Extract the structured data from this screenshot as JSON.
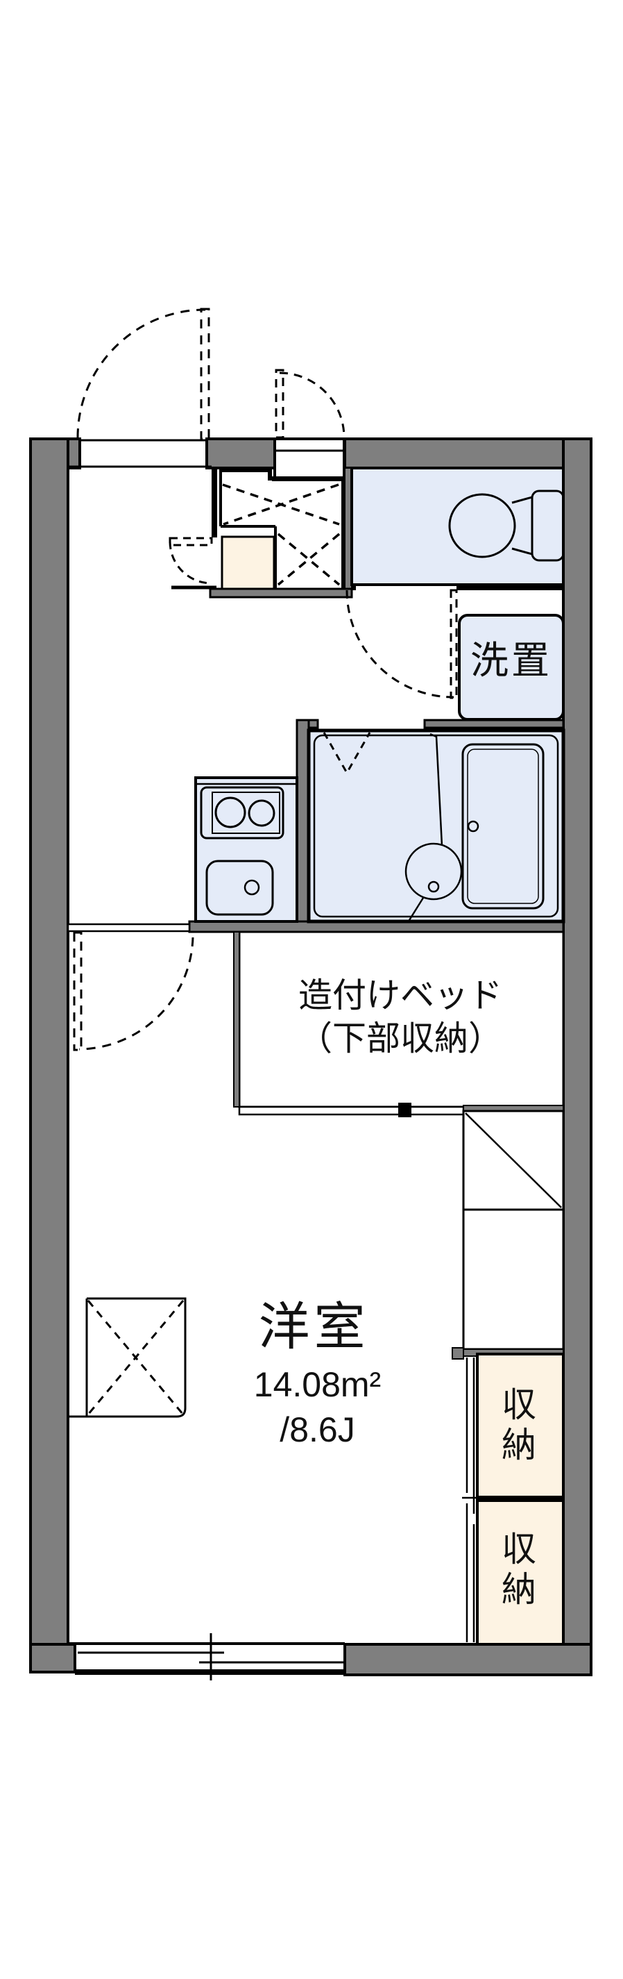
{
  "floorplan": {
    "labels": {
      "washer": "洗置",
      "bed_line1": "造付けベッド",
      "bed_line2": "（下部収納）",
      "room_name": "洋室",
      "room_area_sqm": "14.08m²",
      "room_area_tatami": "/8.6J",
      "storage_top": "収納",
      "storage_bottom": "収納"
    },
    "colors": {
      "wall_gray": "#7f7f7f",
      "fixture_blue": "#e4ebf8",
      "storage_cream": "#fdf3e3",
      "line_black": "#000000",
      "background": "#ffffff"
    }
  }
}
